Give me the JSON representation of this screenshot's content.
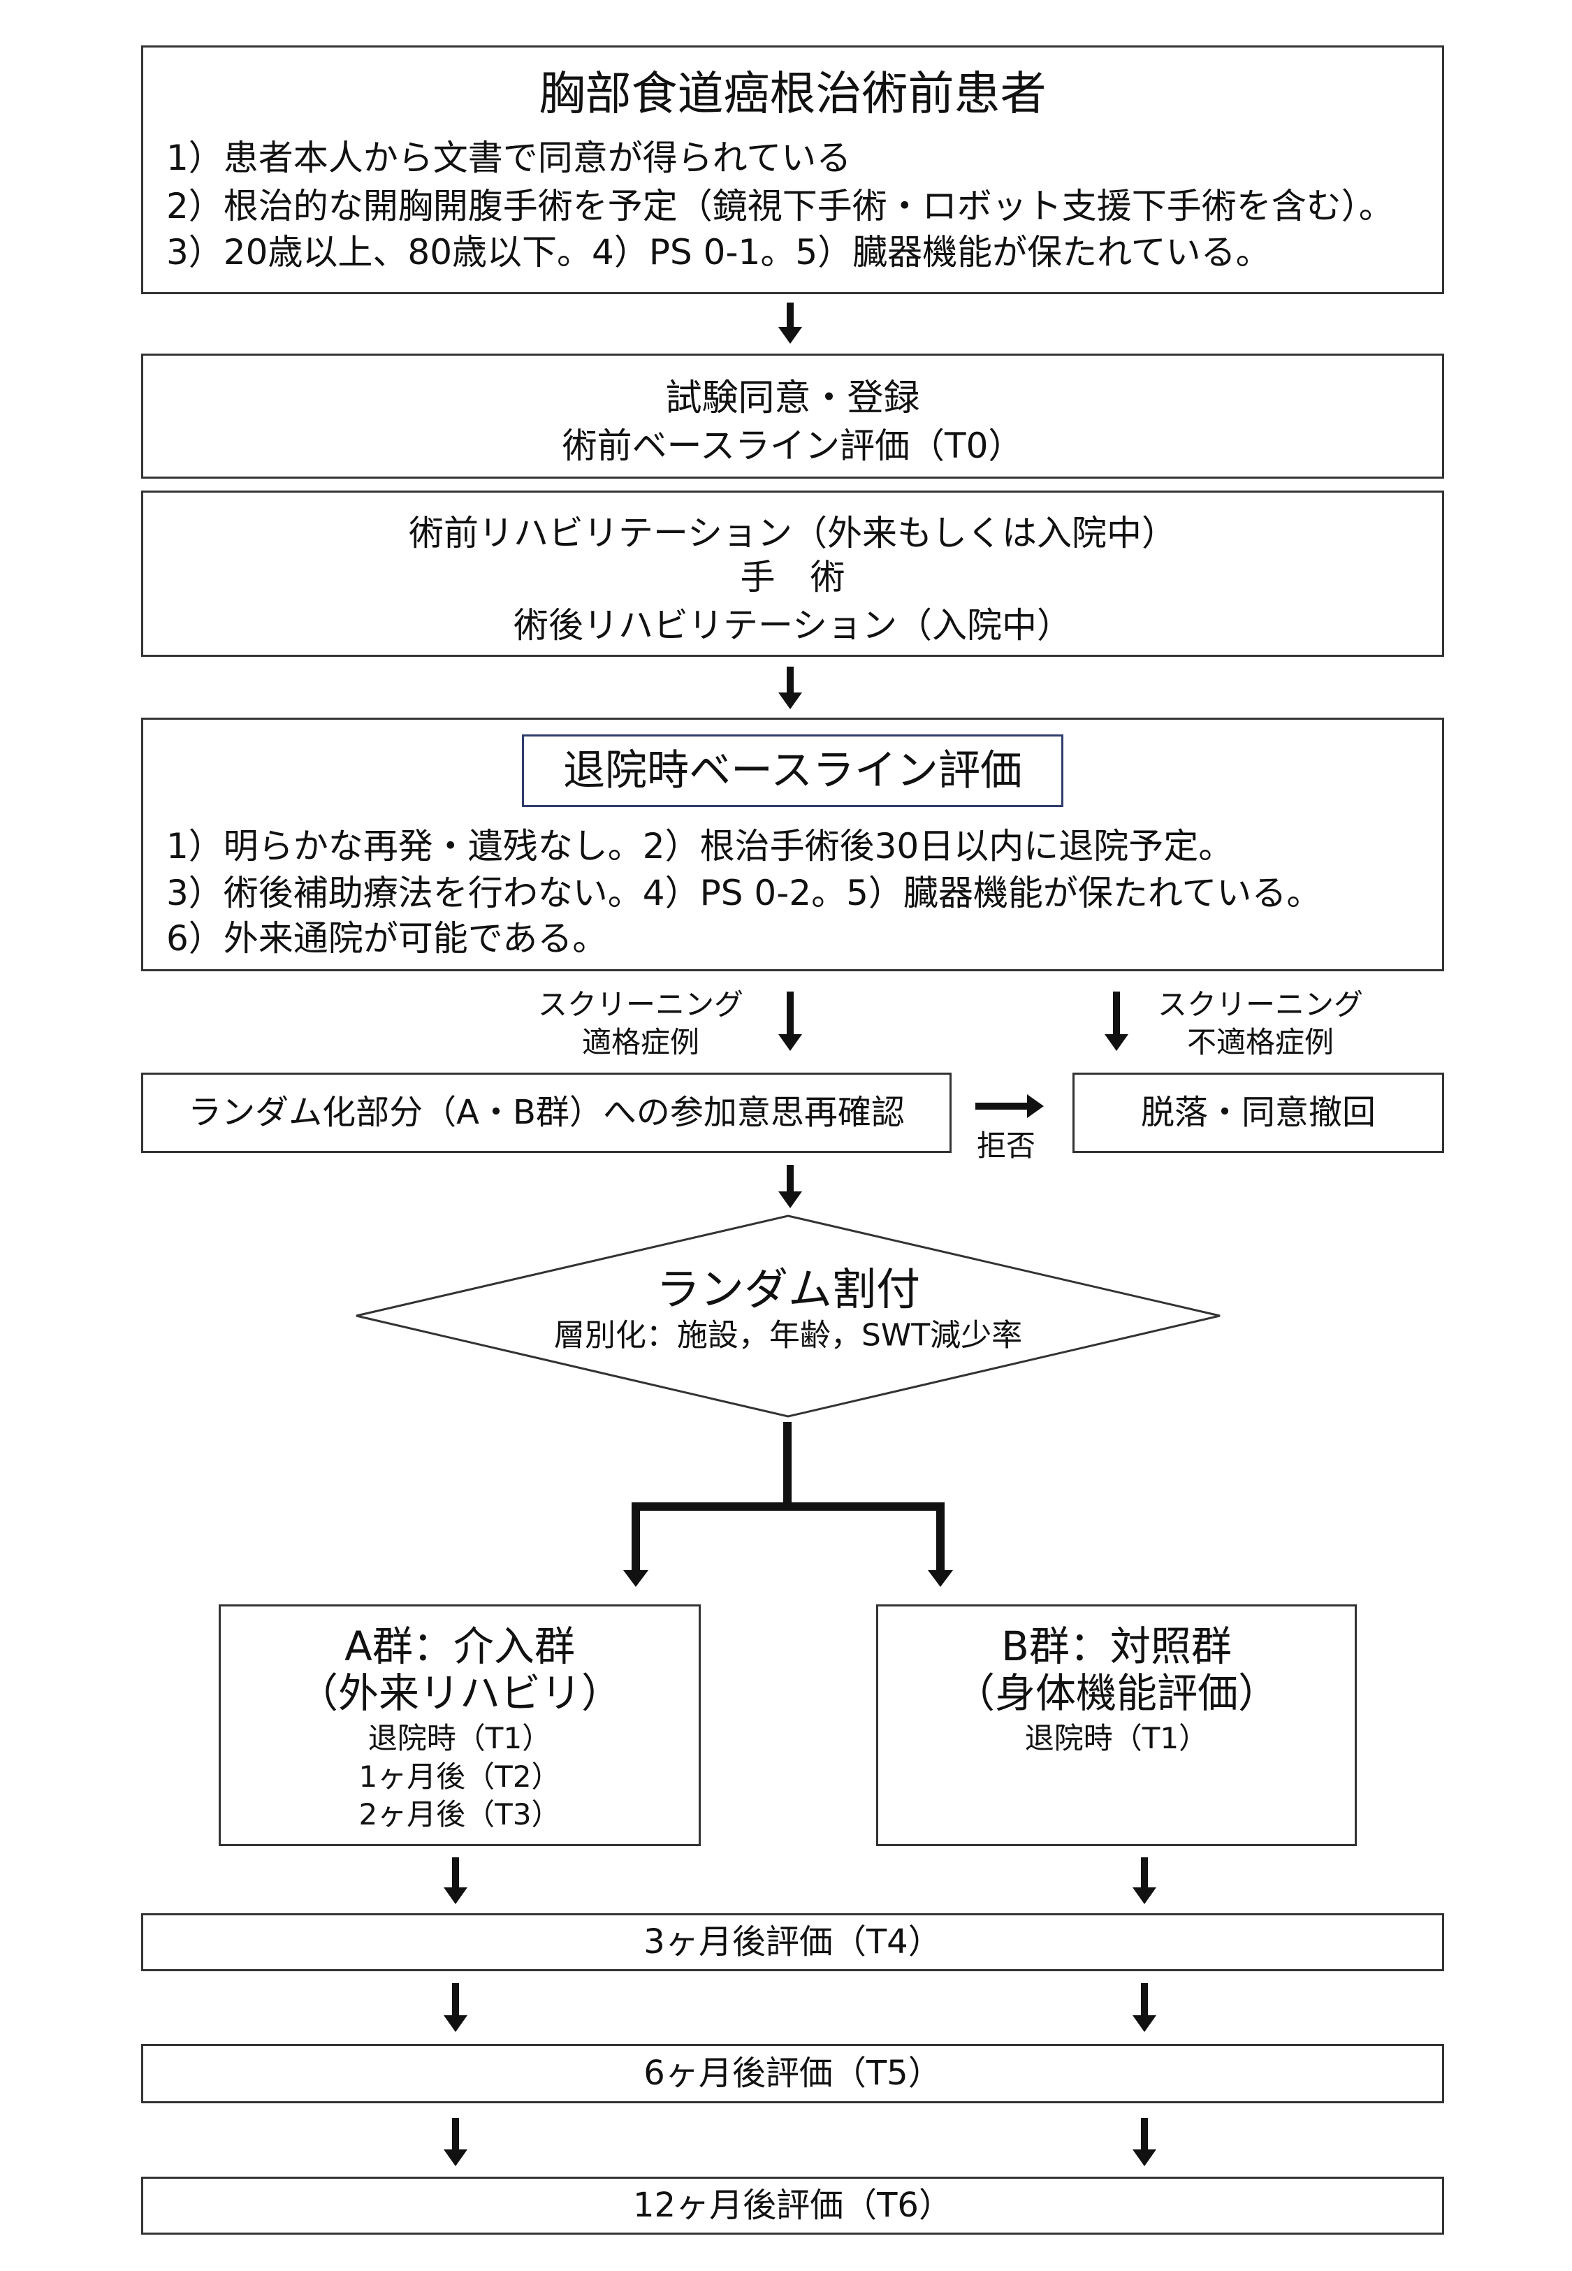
{
  "eligibility": {
    "title": "胸部食道癌根治術前患者",
    "criteria": [
      "1）患者本人から文書で同意が得られている",
      "2）根治的な開胸開腹手術を予定（鏡視下手術・ロボット支援下手術を含む）。",
      "3）20歳以上、80歳以下。4）PS 0-1。5）臓器機能が保たれている。"
    ]
  },
  "registration": {
    "line1": "試験同意・登録",
    "line2": "術前ベースライン評価（T0）"
  },
  "rehabilitation": {
    "line1": "術前リハビリテーション（外来もしくは入院中）",
    "line2": "手　術",
    "line3": "術後リハビリテーション（入院中）"
  },
  "discharge": {
    "title": "退院時ベースライン評価",
    "criteria": [
      "1）明らかな再発・遺残なし。2）根治手術後30日以内に退院予定。",
      "3）術後補助療法を行わない。4）PS 0-2。5）臓器機能が保たれている。",
      "6）外来通院が可能である。"
    ]
  },
  "screening": {
    "eligible": [
      "スクリーニング",
      "適格症例"
    ],
    "ineligible": [
      "スクリーニング",
      "不適格症例"
    ]
  },
  "reconfirm": "ランダム化部分（A・B群）への参加意思再確認",
  "refusal": "拒否",
  "withdrawal": "脱落・同意撤回",
  "randomization": {
    "title": "ランダム割付",
    "stratification": "層別化：施設，年齢，SWT減少率"
  },
  "group_a": {
    "title": "A群：介入群",
    "subtitle": "（外来リハビリ）",
    "timepoints": [
      "退院時（T1）",
      "1ヶ月後（T2）",
      "2ヶ月後（T3）"
    ]
  },
  "group_b": {
    "title": "B群：対照群",
    "subtitle": "（身体機能評価）",
    "timepoints": [
      "退院時（T1）"
    ]
  },
  "followup": [
    "3ヶ月後評価（T4）",
    "6ヶ月後評価（T5）",
    "12ヶ月後評価（T6）"
  ],
  "colors": {
    "line": "#333333",
    "arrow": "#111111",
    "inner_title_border": "#2f3d6b"
  }
}
